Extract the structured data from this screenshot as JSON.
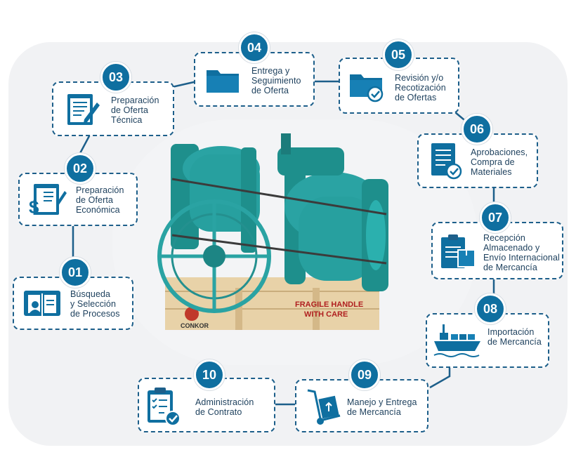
{
  "steps": [
    {
      "num": "01",
      "lines": [
        "Búsqueda",
        "y Selección",
        "de Procesos"
      ],
      "icon": "book-icon"
    },
    {
      "num": "02",
      "lines": [
        "Preparación",
        "de Oferta",
        "Económica"
      ],
      "icon": "price-document-icon"
    },
    {
      "num": "03",
      "lines": [
        "Preparación",
        "de Oferta",
        "Técnica"
      ],
      "icon": "document-pencil-icon"
    },
    {
      "num": "04",
      "lines": [
        "Entrega y",
        "Seguimiento",
        "de Oferta"
      ],
      "icon": "folder-icon"
    },
    {
      "num": "05",
      "lines": [
        "Revisión y/o",
        "Recotización",
        "de Ofertas"
      ],
      "icon": "folder-check-icon"
    },
    {
      "num": "06",
      "lines": [
        "Aprobaciones,",
        "Compra de",
        "Materiales"
      ],
      "icon": "document-check-icon"
    },
    {
      "num": "07",
      "lines": [
        "Recepción",
        "Almacenado y",
        "Envío Internacional",
        "de Mercancía"
      ],
      "icon": "clipboard-box-icon"
    },
    {
      "num": "08",
      "lines": [
        "Importación",
        "de Mercancía"
      ],
      "icon": "cargo-ship-icon"
    },
    {
      "num": "09",
      "lines": [
        "Manejo y Entrega",
        "de Mercancía"
      ],
      "icon": "hand-truck-icon"
    },
    {
      "num": "10",
      "lines": [
        "Administración",
        "de Contrato"
      ],
      "icon": "clipboard-checklist-icon"
    }
  ],
  "photo": {
    "crate_text_1": "FRAGILE HANDLE",
    "crate_text_2": "WITH CARE",
    "brand": "CONKOR"
  },
  "colors": {
    "accent": "#0f6fa0",
    "valve": "#2aa3a3",
    "text": "#1c3f5c"
  }
}
